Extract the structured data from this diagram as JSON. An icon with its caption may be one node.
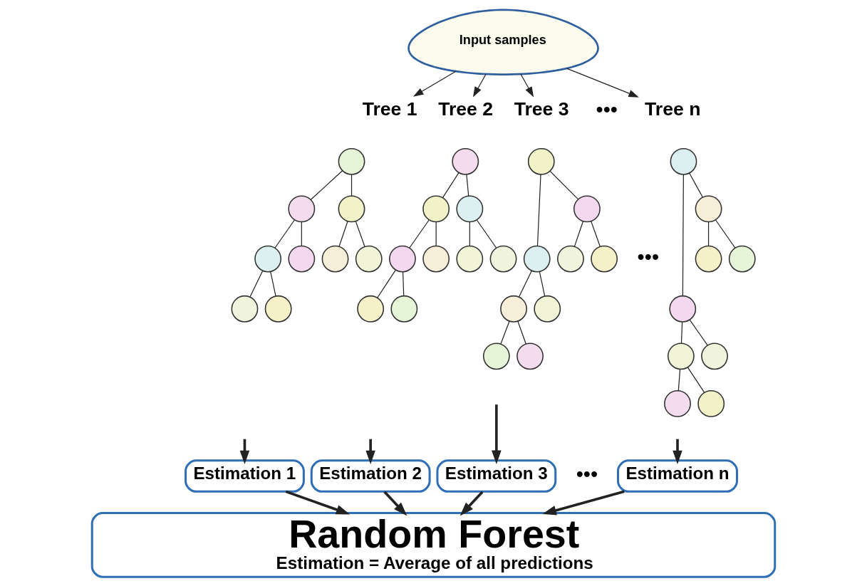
{
  "diagram": {
    "nodes": [
      {
        "text": [
          "Input samples"
        ]
      },
      {
        "text": [
          "Tree 1"
        ]
      },
      {
        "text": [],
        "shape": "circle"
      },
      {
        "text": [],
        "shape": "circle"
      },
      {
        "text": [],
        "shape": "circle"
      },
      {
        "text": [],
        "shape": "circle"
      },
      {
        "text": [],
        "shape": "circle"
      },
      {
        "text": [],
        "shape": "circle"
      },
      {
        "text": [],
        "shape": "circle"
      },
      {
        "text": [],
        "shape": "circle"
      },
      {
        "text": [],
        "shape": "circle"
      },
      {
        "text": [
          "Tree 2"
        ]
      },
      {
        "text": [],
        "shape": "circle"
      },
      {
        "text": [],
        "shape": "circle"
      },
      {
        "text": [],
        "shape": "circle"
      },
      {
        "text": [],
        "shape": "circle"
      },
      {
        "text": [],
        "shape": "circle"
      },
      {
        "text": [],
        "shape": "circle"
      },
      {
        "text": [],
        "shape": "circle"
      },
      {
        "text": [],
        "shape": "circle"
      },
      {
        "text": [],
        "shape": "circle"
      },
      {
        "text": [
          "Tree 3"
        ]
      },
      {
        "text": [],
        "shape": "circle"
      },
      {
        "text": [],
        "shape": "circle"
      },
      {
        "text": [],
        "shape": "circle"
      },
      {
        "text": [],
        "shape": "circle"
      },
      {
        "text": [],
        "shape": "circle"
      },
      {
        "text": [],
        "shape": "circle"
      },
      {
        "text": [],
        "shape": "circle"
      },
      {
        "text": [],
        "shape": "circle"
      },
      {
        "text": [],
        "shape": "circle"
      },
      {
        "text": [
          "Tree n"
        ]
      },
      {
        "text": [],
        "shape": "circle"
      },
      {
        "text": [],
        "shape": "circle"
      },
      {
        "text": [],
        "shape": "circle"
      },
      {
        "text": [],
        "shape": "circle"
      },
      {
        "text": [],
        "shape": "circle"
      },
      {
        "text": [],
        "shape": "circle"
      },
      {
        "text": [],
        "shape": "circle"
      },
      {
        "text": [],
        "shape": "circle"
      },
      {
        "text": [],
        "shape": "circle"
      },
      {
        "text": [
          "Estimation 1"
        ]
      },
      {
        "text": [
          "Estimation 2"
        ]
      },
      {
        "text": [
          "Estimation 3"
        ]
      },
      {
        "text": [
          "Estimation n"
        ]
      },
      {
        "text": [
          "Random Forest",
          "Estimation = Average of all predictions"
        ]
      }
    ],
    "edges": [
      {
        "from": 0,
        "to": 1,
        "arrow": "to"
      },
      {
        "from": 0,
        "to": 11,
        "arrow": "to"
      },
      {
        "from": 0,
        "to": 21,
        "arrow": "to"
      },
      {
        "from": 0,
        "to": 31,
        "arrow": "to"
      },
      {
        "from": 2,
        "to": 3,
        "arrow": "none"
      },
      {
        "from": 2,
        "to": 4,
        "arrow": "none"
      },
      {
        "from": 3,
        "to": 5,
        "arrow": "none"
      },
      {
        "from": 3,
        "to": 6,
        "arrow": "none"
      },
      {
        "from": 4,
        "to": 7,
        "arrow": "none"
      },
      {
        "from": 4,
        "to": 8,
        "arrow": "none"
      },
      {
        "from": 5,
        "to": 9,
        "arrow": "none"
      },
      {
        "from": 5,
        "to": 10,
        "arrow": "none"
      },
      {
        "from": 12,
        "to": 13,
        "arrow": "none"
      },
      {
        "from": 12,
        "to": 14,
        "arrow": "none"
      },
      {
        "from": 13,
        "to": 15,
        "arrow": "none"
      },
      {
        "from": 13,
        "to": 16,
        "arrow": "none"
      },
      {
        "from": 14,
        "to": 17,
        "arrow": "none"
      },
      {
        "from": 14,
        "to": 18,
        "arrow": "none"
      },
      {
        "from": 15,
        "to": 19,
        "arrow": "none"
      },
      {
        "from": 15,
        "to": 20,
        "arrow": "none"
      },
      {
        "from": 22,
        "to": 23,
        "arrow": "none"
      },
      {
        "from": 22,
        "to": 24,
        "arrow": "none"
      },
      {
        "from": 23,
        "to": 25,
        "arrow": "none"
      },
      {
        "from": 23,
        "to": 26,
        "arrow": "none"
      },
      {
        "from": 24,
        "to": 27,
        "arrow": "none"
      },
      {
        "from": 24,
        "to": 28,
        "arrow": "none"
      },
      {
        "from": 25,
        "to": 29,
        "arrow": "none"
      },
      {
        "from": 25,
        "to": 30,
        "arrow": "none"
      },
      {
        "from": 32,
        "to": 33,
        "arrow": "none"
      },
      {
        "from": 32,
        "to": 34,
        "arrow": "none"
      },
      {
        "from": 33,
        "to": 35,
        "arrow": "none"
      },
      {
        "from": 33,
        "to": 36,
        "arrow": "none"
      },
      {
        "from": 34,
        "to": 37,
        "arrow": "none"
      },
      {
        "from": 34,
        "to": 38,
        "arrow": "none"
      },
      {
        "from": 35,
        "to": 39,
        "arrow": "none"
      },
      {
        "from": 35,
        "to": 40,
        "arrow": "none"
      },
      {
        "from": null,
        "to": 41,
        "arrow": "to",
        "style": "thick"
      },
      {
        "from": null,
        "to": 42,
        "arrow": "to",
        "style": "thick"
      },
      {
        "from": null,
        "to": 43,
        "arrow": "to",
        "style": "thick"
      },
      {
        "from": null,
        "to": 44,
        "arrow": "to",
        "style": "thick"
      },
      {
        "from": 41,
        "to": 45,
        "arrow": "to",
        "style": "thick"
      },
      {
        "from": 42,
        "to": 45,
        "arrow": "to",
        "style": "thick"
      },
      {
        "from": 43,
        "to": 45,
        "arrow": "to",
        "style": "thick"
      },
      {
        "from": 44,
        "to": 45,
        "arrow": "to",
        "style": "thick"
      }
    ],
    "labels": [
      "•••",
      "•••",
      "•••"
    ]
  }
}
